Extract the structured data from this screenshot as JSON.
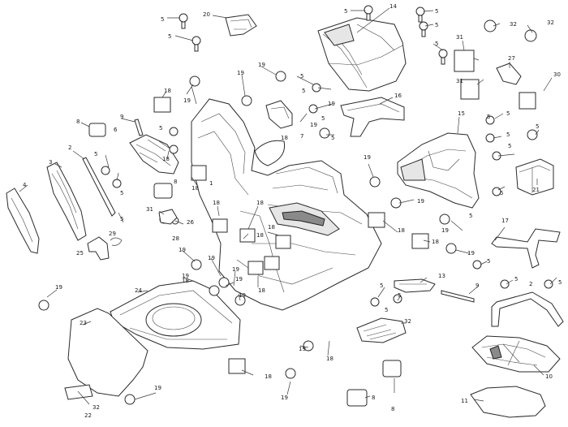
{
  "diagram": {
    "background": "#ffffff",
    "line_color": "#2a2a2a",
    "callouts": [
      {
        "id": "c1",
        "text": "5"
      },
      {
        "id": "c2",
        "text": "20"
      },
      {
        "id": "c3",
        "text": "5"
      },
      {
        "id": "c4",
        "text": "14"
      },
      {
        "id": "c5",
        "text": "5"
      },
      {
        "id": "c6",
        "text": "5"
      },
      {
        "id": "c7",
        "text": "32"
      },
      {
        "id": "c8",
        "text": "32"
      },
      {
        "id": "c9",
        "text": "5"
      },
      {
        "id": "c10",
        "text": "31"
      },
      {
        "id": "c11",
        "text": "19"
      },
      {
        "id": "c12",
        "text": "5"
      },
      {
        "id": "c13",
        "text": "27"
      },
      {
        "id": "c14",
        "text": "19"
      },
      {
        "id": "c15",
        "text": "30"
      },
      {
        "id": "c16",
        "text": "18"
      },
      {
        "id": "c17",
        "text": "19"
      },
      {
        "id": "c18",
        "text": "5"
      },
      {
        "id": "c19",
        "text": "31"
      },
      {
        "id": "c20",
        "text": "9"
      },
      {
        "id": "c21",
        "text": "5"
      },
      {
        "id": "c22",
        "text": "19"
      },
      {
        "id": "c23",
        "text": "16"
      },
      {
        "id": "c24",
        "text": "8"
      },
      {
        "id": "c25",
        "text": "6"
      },
      {
        "id": "c26",
        "text": "5"
      },
      {
        "id": "c27",
        "text": "18"
      },
      {
        "id": "c28",
        "text": "15"
      },
      {
        "id": "c29",
        "text": "5"
      },
      {
        "id": "c30",
        "text": "5"
      },
      {
        "id": "c31",
        "text": "19"
      },
      {
        "id": "c32",
        "text": "7"
      },
      {
        "id": "c33",
        "text": "5"
      },
      {
        "id": "c34",
        "text": "2"
      },
      {
        "id": "c35",
        "text": "3"
      },
      {
        "id": "c36",
        "text": "5"
      },
      {
        "id": "c37",
        "text": "5"
      },
      {
        "id": "c38",
        "text": "5"
      },
      {
        "id": "c39",
        "text": "18"
      },
      {
        "id": "c40",
        "text": "5"
      },
      {
        "id": "c41",
        "text": "19"
      },
      {
        "id": "c42",
        "text": "4"
      },
      {
        "id": "c43",
        "text": "8"
      },
      {
        "id": "c44",
        "text": "18"
      },
      {
        "id": "c45",
        "text": "1"
      },
      {
        "id": "c46",
        "text": "5"
      },
      {
        "id": "c47",
        "text": "21"
      },
      {
        "id": "c48",
        "text": "19"
      },
      {
        "id": "c49",
        "text": "5"
      },
      {
        "id": "c50",
        "text": "5"
      },
      {
        "id": "c51",
        "text": "31"
      },
      {
        "id": "c52",
        "text": "26"
      },
      {
        "id": "c53",
        "text": "18"
      },
      {
        "id": "c54",
        "text": "28"
      },
      {
        "id": "c55",
        "text": "18"
      },
      {
        "id": "c56",
        "text": "18"
      },
      {
        "id": "c57",
        "text": "19"
      },
      {
        "id": "c58",
        "text": "29"
      },
      {
        "id": "c59",
        "text": "25"
      },
      {
        "id": "c60",
        "text": "19"
      },
      {
        "id": "c61",
        "text": "18"
      },
      {
        "id": "c62",
        "text": "19"
      },
      {
        "id": "c63",
        "text": "17"
      },
      {
        "id": "c64",
        "text": "18"
      },
      {
        "id": "c65",
        "text": "5"
      },
      {
        "id": "c66",
        "text": "19"
      },
      {
        "id": "c67",
        "text": "19"
      },
      {
        "id": "c68",
        "text": "5"
      },
      {
        "id": "c69",
        "text": "18"
      },
      {
        "id": "c70",
        "text": "19"
      },
      {
        "id": "c71",
        "text": "18"
      },
      {
        "id": "c72",
        "text": "13"
      },
      {
        "id": "c73",
        "text": "24"
      },
      {
        "id": "c74",
        "text": "19"
      },
      {
        "id": "c75",
        "text": "19"
      },
      {
        "id": "c76",
        "text": "5"
      },
      {
        "id": "c77",
        "text": "9"
      },
      {
        "id": "c78",
        "text": "5"
      },
      {
        "id": "c79",
        "text": "19"
      },
      {
        "id": "c80",
        "text": "5"
      },
      {
        "id": "c81",
        "text": "2"
      },
      {
        "id": "c82",
        "text": "5"
      },
      {
        "id": "c83",
        "text": "5"
      },
      {
        "id": "c84",
        "text": "23"
      },
      {
        "id": "c85",
        "text": "32"
      },
      {
        "id": "c86",
        "text": "18"
      },
      {
        "id": "c87",
        "text": "18"
      },
      {
        "id": "c88",
        "text": "19"
      },
      {
        "id": "c89",
        "text": "19"
      },
      {
        "id": "c90",
        "text": "10"
      },
      {
        "id": "c91",
        "text": "8"
      },
      {
        "id": "c92",
        "text": "8"
      },
      {
        "id": "c93",
        "text": "32"
      },
      {
        "id": "c94",
        "text": "22"
      },
      {
        "id": "c95",
        "text": "11"
      },
      {
        "id": "c96",
        "text": "5"
      }
    ]
  }
}
